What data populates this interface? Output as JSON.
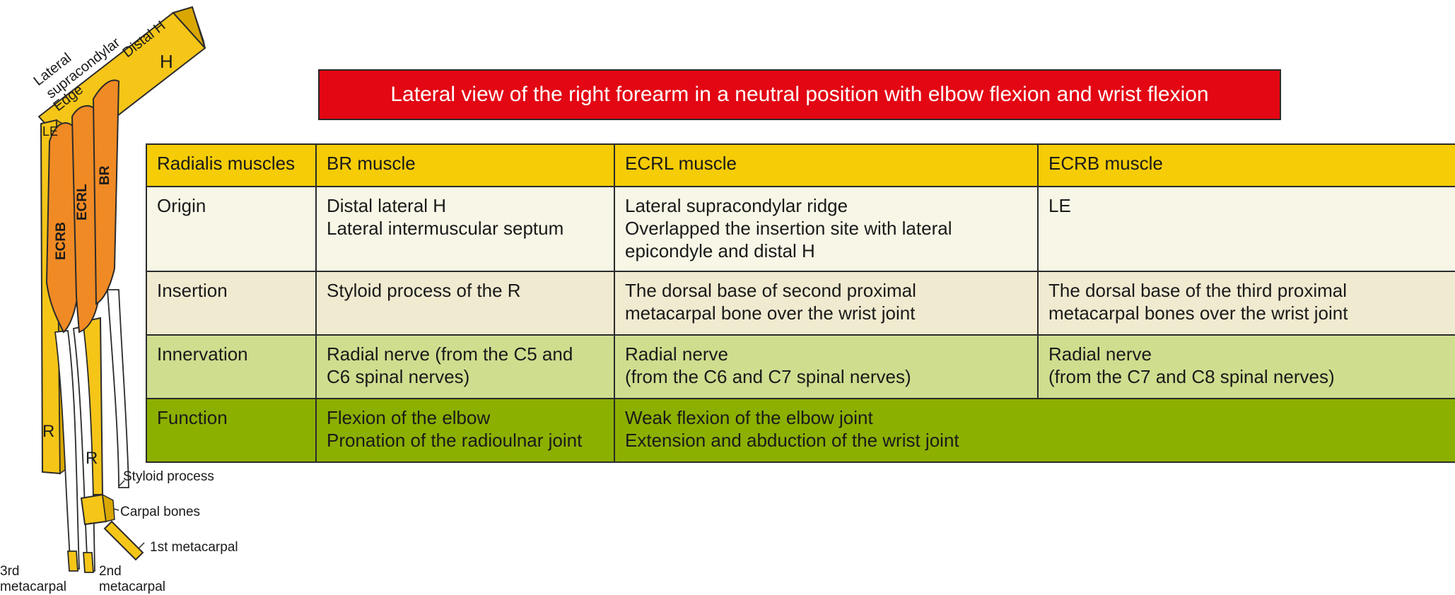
{
  "title": "Lateral view of the right forearm in a neutral position with elbow flexion and wrist flexion",
  "colors": {
    "banner": "#e30613",
    "header_row": "#f5cc06",
    "origin_row": "#f8f6e6",
    "insertion_row": "#f0ead0",
    "innervation_row": "#cfdd8f",
    "function_row": "#8cb000",
    "bone": "#f5c518",
    "muscle": "#f08a24"
  },
  "diagram": {
    "labels": {
      "distal_h": "Distal H",
      "h": "H",
      "lateral": "Lateral",
      "supracondylar": "supracondylar",
      "edge": "Edge",
      "le": "LE",
      "ecrb": "ECRB",
      "ecrl": "ECRL",
      "br": "BR",
      "r_left": "R",
      "r_right": "R",
      "styloid_process": "Styloid process",
      "carpal_bones": "Carpal bones",
      "first_metacarpal": "1st metacarpal",
      "third_metacarpal_1": "3rd",
      "third_metacarpal_2": "metacarpal",
      "second_metacarpal_1": "2nd",
      "second_metacarpal_2": "metacarpal"
    }
  },
  "table": {
    "header": [
      "Radialis muscles",
      "BR muscle",
      "ECRL muscle",
      "ECRB muscle"
    ],
    "origin": {
      "label": "Origin",
      "br": "Distal lateral H\nLateral intermuscular septum",
      "ecrl": "Lateral supracondylar ridge\nOverlapped the insertion site with lateral\nepicondyle and distal H",
      "ecrb": "LE"
    },
    "insertion": {
      "label": "Insertion",
      "br": "Styloid process of the R",
      "ecrl": "The dorsal base of second proximal\nmetacarpal bone over the wrist joint",
      "ecrb": "The dorsal base of the third proximal\nmetacarpal bones over the wrist joint"
    },
    "innervation": {
      "label": "Innervation",
      "br": "Radial nerve (from the C5 and\nC6 spinal nerves)",
      "ecrl": "Radial nerve\n(from the C6 and C7 spinal nerves)",
      "ecrb": "Radial nerve\n(from the C7 and C8 spinal nerves)"
    },
    "function": {
      "label": "Function",
      "br": "Flexion of the elbow\nPronation of the radioulnar joint",
      "ecrl_ecrb": "Weak flexion of the elbow joint\nExtension and abduction of the wrist joint"
    }
  }
}
